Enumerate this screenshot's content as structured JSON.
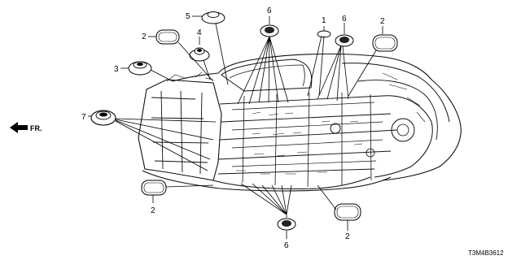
{
  "direction": {
    "label": "FR."
  },
  "diagram_code": "T3M4B3612",
  "callouts": [
    {
      "id": "c1a",
      "label": "1"
    },
    {
      "id": "c2a",
      "label": "2"
    },
    {
      "id": "c2b",
      "label": "2"
    },
    {
      "id": "c2c",
      "label": "2"
    },
    {
      "id": "c2d",
      "label": "2"
    },
    {
      "id": "c3",
      "label": "3"
    },
    {
      "id": "c4",
      "label": "4"
    },
    {
      "id": "c5",
      "label": "5"
    },
    {
      "id": "c6a",
      "label": "6"
    },
    {
      "id": "c6b",
      "label": "6"
    },
    {
      "id": "c6c",
      "label": "6"
    },
    {
      "id": "c7",
      "label": "7"
    }
  ]
}
